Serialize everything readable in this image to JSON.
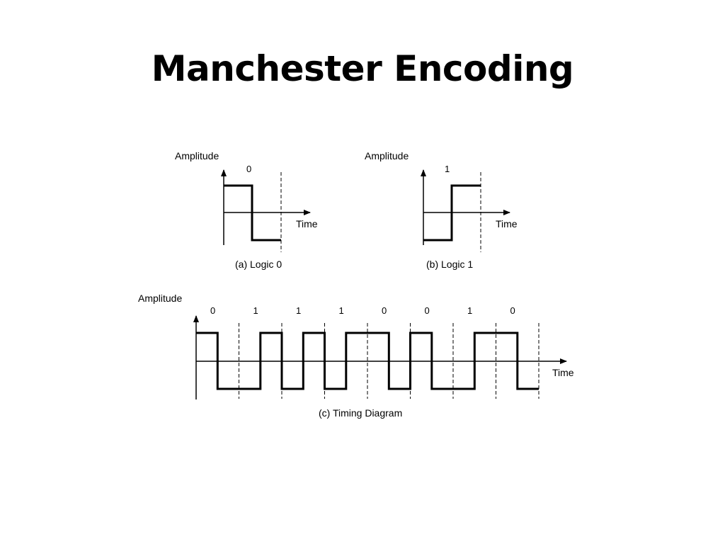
{
  "slide": {
    "title": "Manchester Encoding"
  },
  "panel_a": {
    "amplitude_label": "Amplitude",
    "time_label": "Time",
    "bit": "0",
    "caption": "(a) Logic 0"
  },
  "panel_b": {
    "amplitude_label": "Amplitude",
    "time_label": "Time",
    "bit": "1",
    "caption": "(b) Logic 1"
  },
  "panel_c": {
    "amplitude_label": "Amplitude",
    "time_label": "Time",
    "bits": [
      "0",
      "1",
      "1",
      "1",
      "0",
      "0",
      "1",
      "0"
    ],
    "caption": "(c) Timing Diagram"
  },
  "colors": {
    "line": "#000000",
    "background": "#ffffff"
  }
}
